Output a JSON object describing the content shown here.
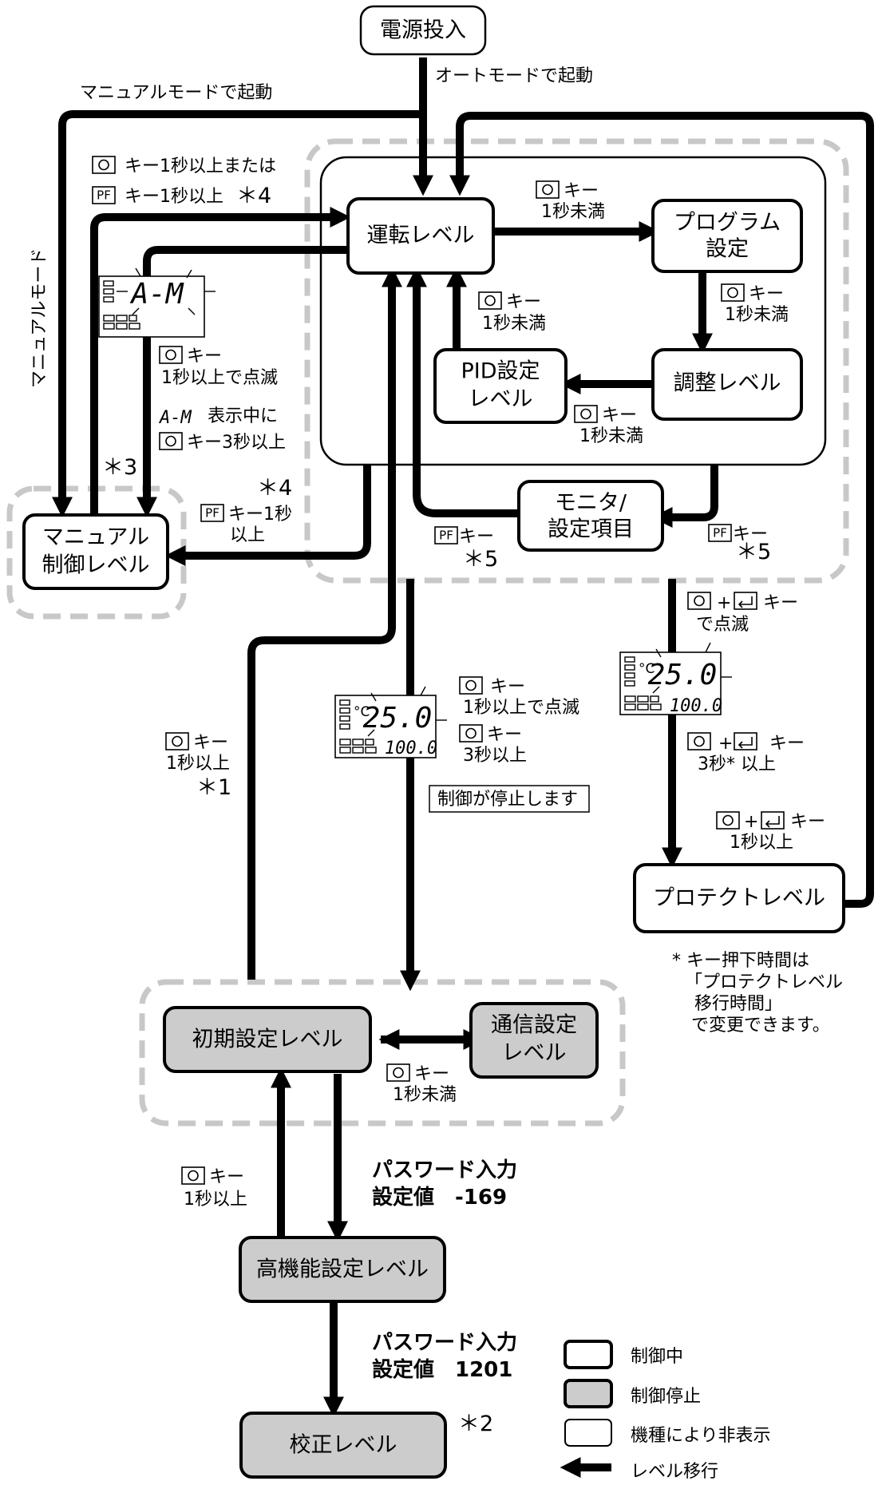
{
  "nodes": {
    "power_on": "電源投入",
    "operation": "運転レベル",
    "program_1": "プログラム",
    "program_2": "設定",
    "adjust": "調整レベル",
    "pid_1": "PID設定",
    "pid_2": "レベル",
    "monitor_1": "モニタ/",
    "monitor_2": "設定項目",
    "manual_1": "マニュアル",
    "manual_2": "制御レベル",
    "protect": "プロテクトレベル",
    "initial": "初期設定レベル",
    "comm_1": "通信設定",
    "comm_2": "レベル",
    "advanced": "高機能設定レベル",
    "calibration": "校正レベル"
  },
  "labels": {
    "start_auto": "オートモードで起動",
    "start_manual": "マニュアルモードで起動",
    "manual_mode_vertical": "マニュアルモード",
    "key_1s_or_a": "キー1秒以上または",
    "key_1s_or_b": "キー1秒以上",
    "ast4_a": "＊4",
    "o_key": "キー",
    "lt1s": "1秒未満",
    "o_key_1s_blink_a": "キー",
    "o_key_1s_blink_b": "1秒以上で点滅",
    "am_display_a": "表示中に",
    "am_display_b": "キー3秒以上",
    "ast3": "＊3",
    "ast4_b": "＊4",
    "pf_key_1s_a": "キー1秒",
    "pf_key_1s_b": "以上",
    "pf_key": "キー",
    "ast5": "＊5",
    "o_loop_key_blink_a": "キー",
    "o_loop_key_blink_b": "で点滅",
    "o_loop_key_3s_a": "キー",
    "o_loop_key_3s_b": "3秒* 以上",
    "o_loop_key_1s_a": "キー",
    "o_loop_key_1s_b": "1秒以上",
    "blink_1s_a": "キー",
    "blink_1s_b": "1秒以上で点滅",
    "key_3s_a": "キー",
    "key_3s_b": "3秒以上",
    "control_stops": "制御が停止します",
    "o_key_1s_a": "キー",
    "o_key_1s_b": "1秒以上",
    "ast1": "＊1",
    "note_1": "* キー押下時間は",
    "note_2": "「プロテクトレベル",
    "note_3": "移行時間」",
    "note_4": "で変更できます。",
    "comm_key": "キー",
    "comm_lt1s": "1秒未満",
    "adv_key_a": "キー",
    "adv_key_b": "1秒以上",
    "password_1a": "パスワード入力",
    "password_1b": "設定値　-169",
    "password_2a": "パスワード入力",
    "password_2b": "設定値　1201",
    "ast2": "＊2",
    "plus": "+",
    "pf": "PF",
    "am": "A-M"
  },
  "lcd": {
    "main": "25.0",
    "sub": "100.0",
    "unit": "°C",
    "am": "A-M"
  },
  "legend": {
    "controlling": "制御中",
    "stopped": "制御停止",
    "hidden": "機種により非表示",
    "transition": "レベル移行"
  },
  "colors": {
    "line": "#000000",
    "gray_box": "#cccccc",
    "dashed": "#c8c8c8"
  }
}
